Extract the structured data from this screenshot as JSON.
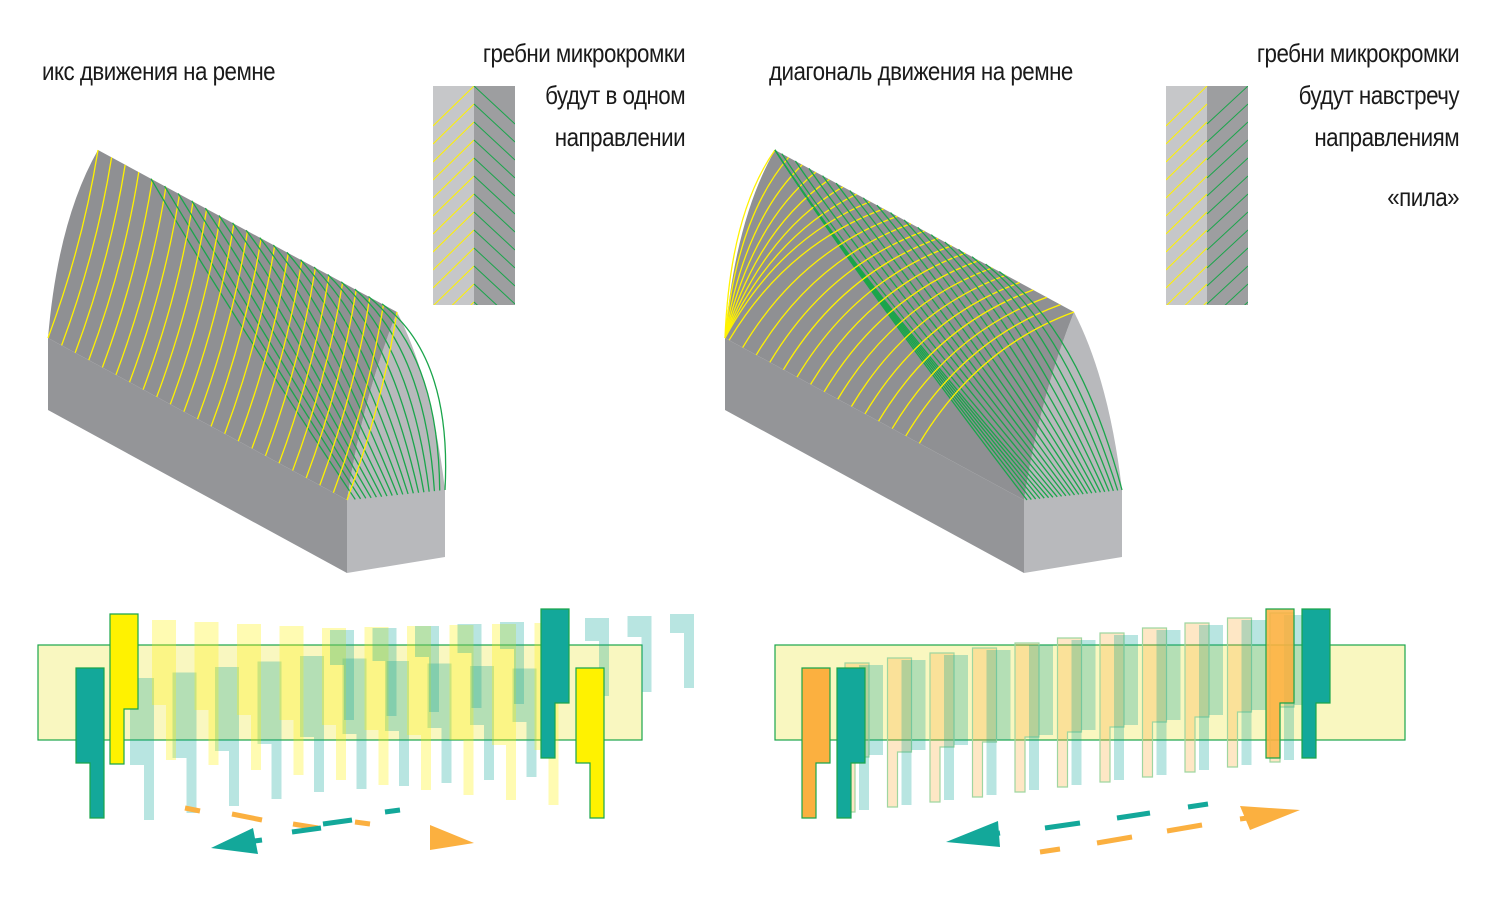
{
  "left_panel": {
    "title": "икс движения на ремне",
    "note_lines": [
      "гребни микрокромки",
      "будут в одном",
      "направлении"
    ]
  },
  "right_panel": {
    "title": "диагональ движения на ремне",
    "note_lines": [
      "гребни микрокромки",
      "будут навстречу",
      "направлениям",
      "«пила»"
    ]
  },
  "colors": {
    "teal": "#13a89a",
    "yellow": "#fff200",
    "orange": "#fbb040",
    "belt": "#f9f7c0",
    "green_line": "#1aa54b",
    "gray_dark": "#9d9ea0",
    "gray_light": "#c6c7c9"
  }
}
